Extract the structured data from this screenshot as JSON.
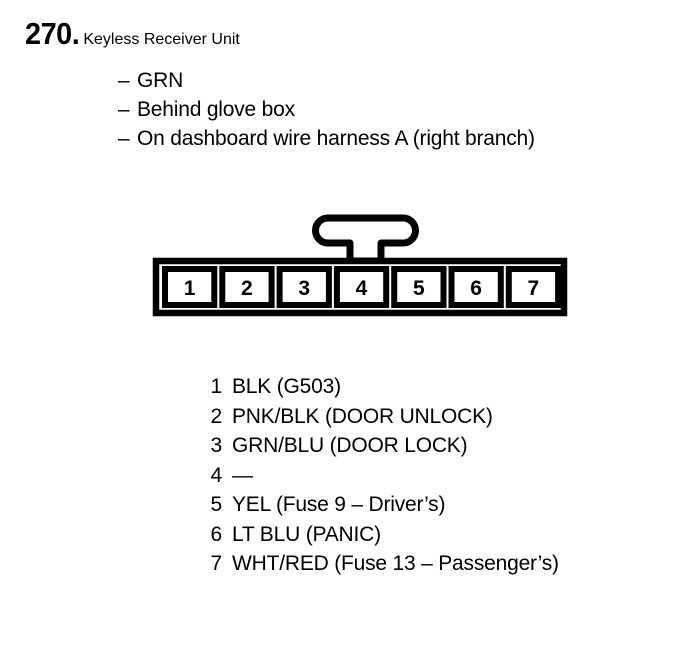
{
  "header": {
    "number": "270.",
    "title": "Keyless Receiver Unit",
    "dash": "–",
    "notes": [
      "GRN",
      "Behind glove box",
      "On dashboard wire harness A (right branch)"
    ]
  },
  "connector": {
    "pin_labels": [
      "1",
      "2",
      "3",
      "4",
      "5",
      "6",
      "7"
    ],
    "latch_position_pin": "4",
    "stroke_color": "#000000",
    "fill_color": "#ffffff"
  },
  "pin_list": [
    {
      "number": "1",
      "description": "BLK (G503)"
    },
    {
      "number": "2",
      "description": "PNK/BLK (DOOR UNLOCK)"
    },
    {
      "number": "3",
      "description": "GRN/BLU (DOOR LOCK)"
    },
    {
      "number": "4",
      "description": "—"
    },
    {
      "number": "5",
      "description": "YEL (Fuse 9 – Driver’s)"
    },
    {
      "number": "6",
      "description": "LT BLU (PANIC)"
    },
    {
      "number": "7",
      "description": "WHT/RED (Fuse 13 – Passenger’s)"
    }
  ]
}
